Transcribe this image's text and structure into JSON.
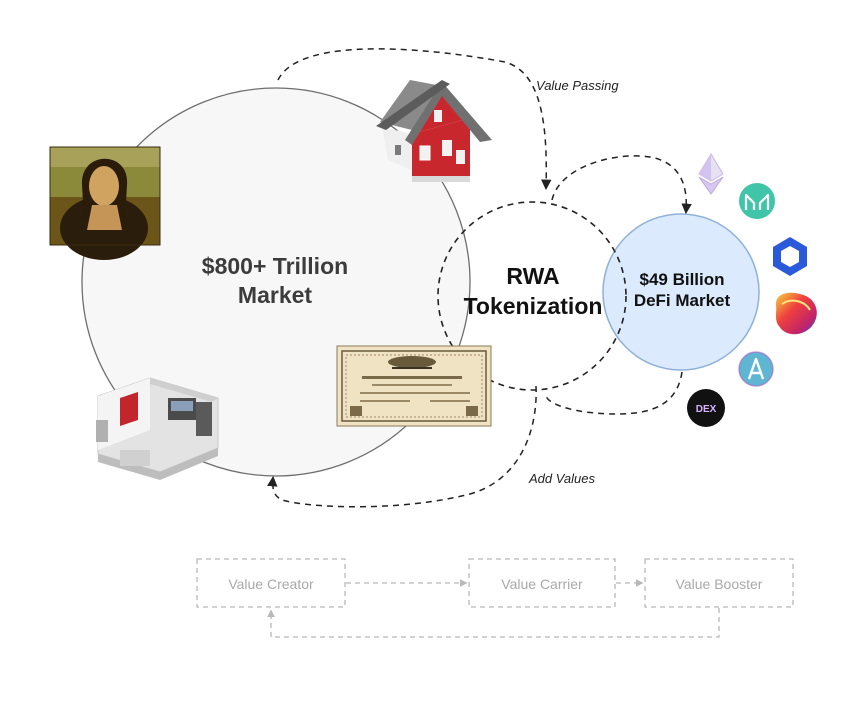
{
  "diagram": {
    "big_circle": {
      "line1": "$800+ Trillion",
      "line2": "Market"
    },
    "rwa_circle": {
      "line1": "RWA",
      "line2": "Tokenization"
    },
    "defi_circle": {
      "line1": "$49 Billion",
      "line2": "DeFi Market"
    },
    "arrows": {
      "value_passing": "Value Passing",
      "add_values": "Add Values"
    },
    "flow": {
      "creator": "Value Creator",
      "carrier": "Value Carrier",
      "booster": "Value Booster"
    },
    "dex_badge": "DEX",
    "colors": {
      "big_circle_fill": "#f7f7f7",
      "defi_fill": "#dbeafc",
      "defi_stroke": "#8fb1d8",
      "flow_gray": "#b8b8b8",
      "house_red": "#c8282d",
      "chainlink_blue": "#2a5ada"
    },
    "icons": [
      "mona-lisa-painting",
      "house-image",
      "cnc-machine-image",
      "stock-certificate-image",
      "ethereum-icon",
      "maker-icon",
      "chainlink-icon",
      "curve-icon",
      "aave-icon",
      "dex-icon"
    ]
  }
}
